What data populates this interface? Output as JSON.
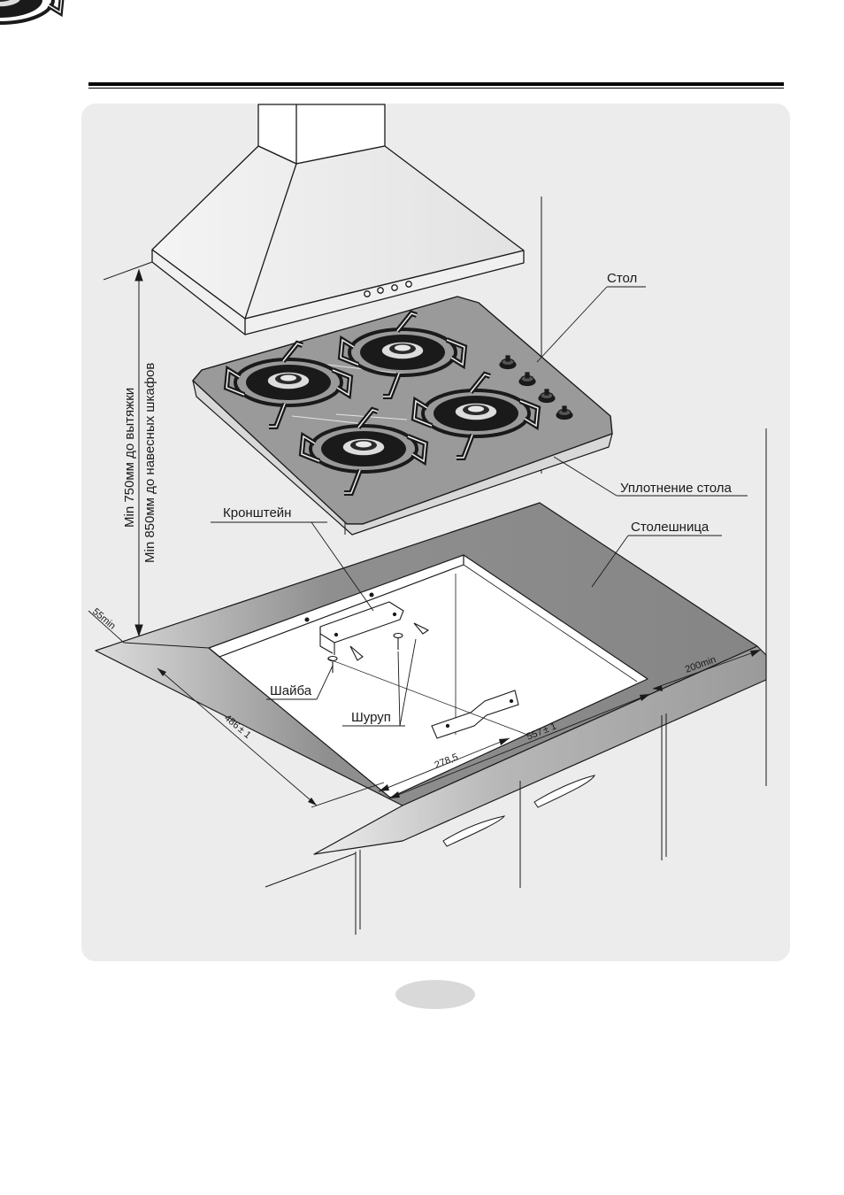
{
  "labels": {
    "table": "Стол",
    "table_seal": "Уплотнение стола",
    "countertop": "Столешница",
    "bracket": "Кронштейн",
    "washer": "Шайба",
    "screw": "Шуруп"
  },
  "clearances": {
    "hood": "Min 750мм до вытяжки",
    "cabinets": "Min 850мм до навесных шкафов"
  },
  "dimensions": {
    "front_margin": "55min",
    "cutout_depth": "486",
    "cutout_depth_tol": "± 1",
    "bracket_offset": "278,5",
    "cutout_width": "557",
    "cutout_width_tol": "± 1",
    "side_margin": "200min"
  },
  "colors": {
    "panel": "#ececec",
    "countertop": "#8c8c8c",
    "glass": "#9a9a9a",
    "line": "#1a1a1a"
  }
}
